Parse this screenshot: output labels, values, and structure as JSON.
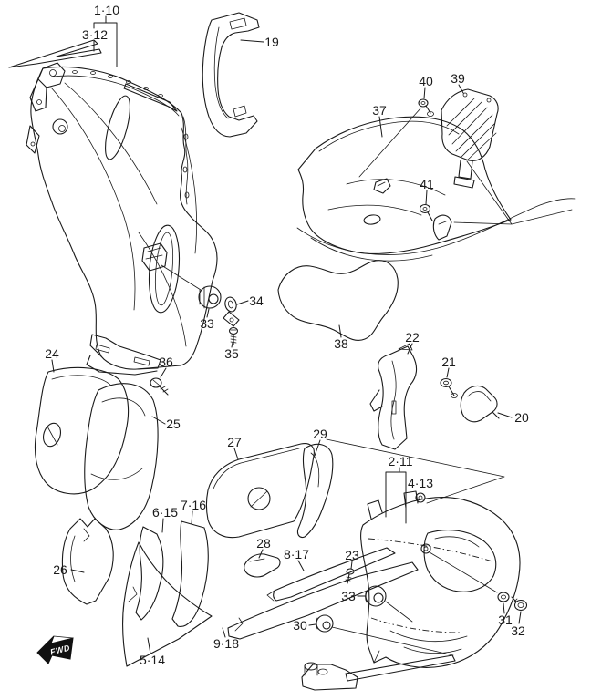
{
  "diagram": {
    "kind": "exploded-parts-line-drawing",
    "fwd_marker": "FWD",
    "colors": {
      "background": "#ffffff",
      "line": "#1a1a1a",
      "fwd_marker_fill": "#111111",
      "fwd_marker_text": "#ffffff"
    },
    "callouts": [
      {
        "ref": "1-10",
        "text": "1·10"
      },
      {
        "ref": "3-12",
        "text": "3·12"
      },
      {
        "ref": "19",
        "text": "19"
      },
      {
        "ref": "40",
        "text": "40"
      },
      {
        "ref": "39",
        "text": "39"
      },
      {
        "ref": "37",
        "text": "37"
      },
      {
        "ref": "41",
        "text": "41"
      },
      {
        "ref": "34",
        "text": "34"
      },
      {
        "ref": "33",
        "text": "33"
      },
      {
        "ref": "35",
        "text": "35"
      },
      {
        "ref": "36",
        "text": "36"
      },
      {
        "ref": "38",
        "text": "38"
      },
      {
        "ref": "24",
        "text": "24"
      },
      {
        "ref": "25",
        "text": "25"
      },
      {
        "ref": "26",
        "text": "26"
      },
      {
        "ref": "22",
        "text": "22"
      },
      {
        "ref": "21",
        "text": "21"
      },
      {
        "ref": "20",
        "text": "20"
      },
      {
        "ref": "27",
        "text": "27"
      },
      {
        "ref": "29",
        "text": "29"
      },
      {
        "ref": "2-11",
        "text": "2·11"
      },
      {
        "ref": "4-13",
        "text": "4·13"
      },
      {
        "ref": "6-15",
        "text": "6·15"
      },
      {
        "ref": "7-16",
        "text": "7·16"
      },
      {
        "ref": "28",
        "text": "28"
      },
      {
        "ref": "8-17",
        "text": "8·17"
      },
      {
        "ref": "23",
        "text": "23"
      },
      {
        "ref": "33b",
        "text": "33"
      },
      {
        "ref": "30",
        "text": "30"
      },
      {
        "ref": "31",
        "text": "31"
      },
      {
        "ref": "32",
        "text": "32"
      },
      {
        "ref": "9-18",
        "text": "9·18"
      },
      {
        "ref": "5-14",
        "text": "5·14"
      }
    ]
  }
}
